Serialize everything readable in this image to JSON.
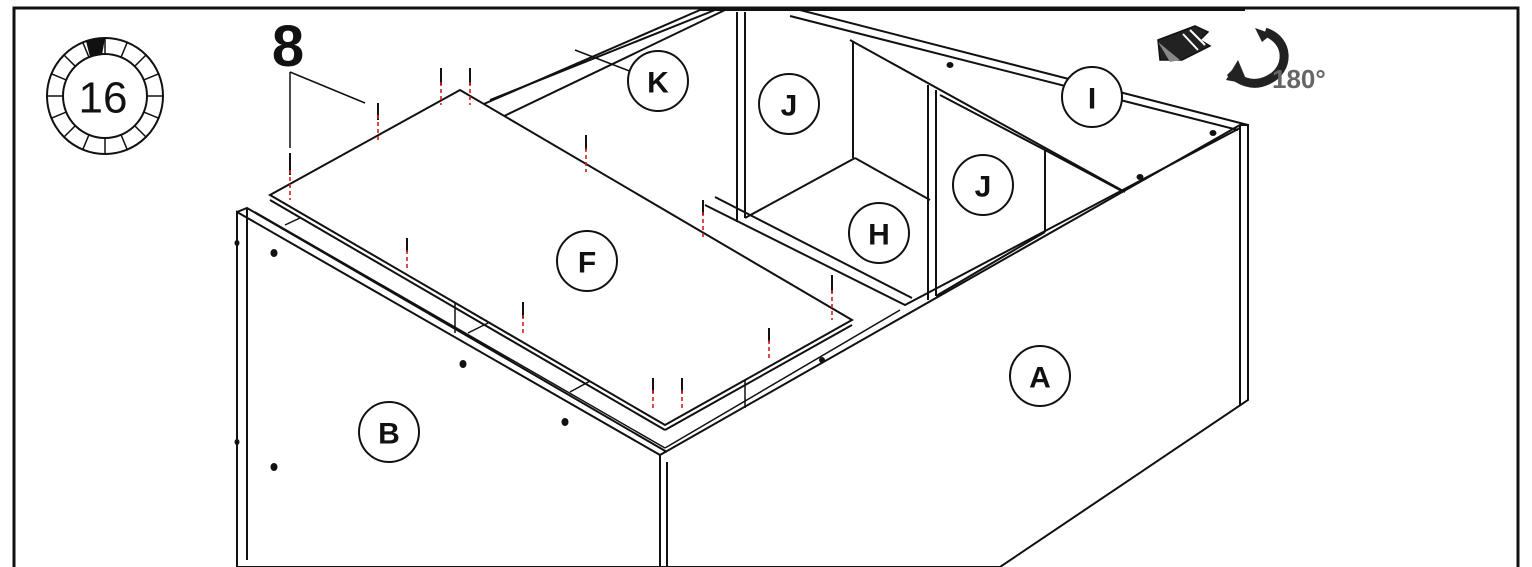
{
  "step": {
    "number": "16"
  },
  "screws": {
    "count": "8"
  },
  "rotation": {
    "text": "180°",
    "icon": "rotate-arrow-icon",
    "flip_icon": "flip-arrows-icon"
  },
  "parts": [
    {
      "id": "panel-A",
      "letter": "A"
    },
    {
      "id": "panel-B",
      "letter": "B"
    },
    {
      "id": "panel-F",
      "letter": "F"
    },
    {
      "id": "panel-H",
      "letter": "H"
    },
    {
      "id": "panel-I",
      "letter": "I"
    },
    {
      "id": "panel-J-left",
      "letter": "J"
    },
    {
      "id": "panel-J-right",
      "letter": "J"
    },
    {
      "id": "panel-K",
      "letter": "K"
    }
  ],
  "colors": {
    "line": "#111111",
    "screw_guide": "#d02020",
    "rotation_text": "#666666"
  }
}
